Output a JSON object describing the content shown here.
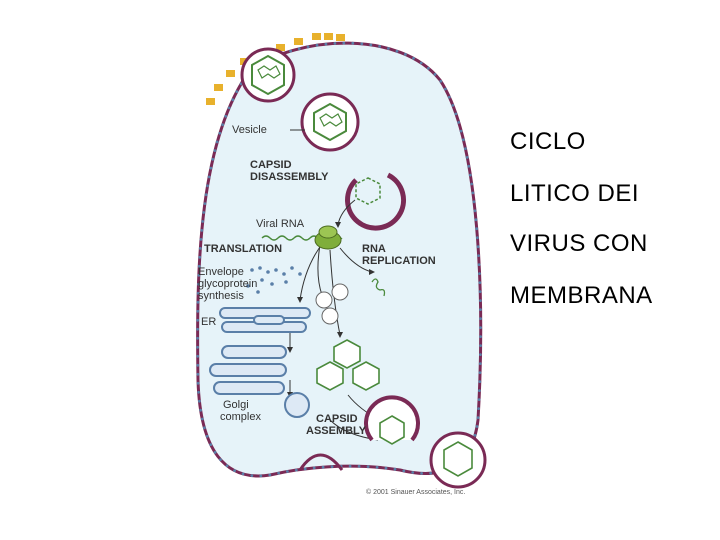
{
  "diagram": {
    "labels": {
      "vesicle": "Vesicle",
      "capsid_disassembly_1": "CAPSID",
      "capsid_disassembly_2": "DISASSEMBLY",
      "viral_rna": "Viral RNA",
      "translation": "TRANSLATION",
      "rna_replication_1": "RNA",
      "rna_replication_2": "REPLICATION",
      "envelope_1": "Envelope",
      "envelope_2": "glycoprotein",
      "envelope_3": "synthesis",
      "er": "ER",
      "golgi_1": "Golgi",
      "golgi_2": "complex",
      "capsid_assembly_1": "CAPSID",
      "capsid_assembly_2": "ASSEMBLY",
      "copyright": "© 2001 Sinauer Associates, Inc."
    },
    "colors": {
      "cell_fill": "#e6f3f9",
      "membrane": "#7a2a55",
      "protein_spikes": "#e8b12c",
      "er_golgi": "#5a7fa8",
      "ribosome": "#7fae3a",
      "capsid": "#4a8a3c"
    }
  },
  "title": {
    "line1": "CICLO",
    "line2": "LITICO DEI",
    "line3": "VIRUS CON",
    "line4": "MEMBRANA"
  }
}
